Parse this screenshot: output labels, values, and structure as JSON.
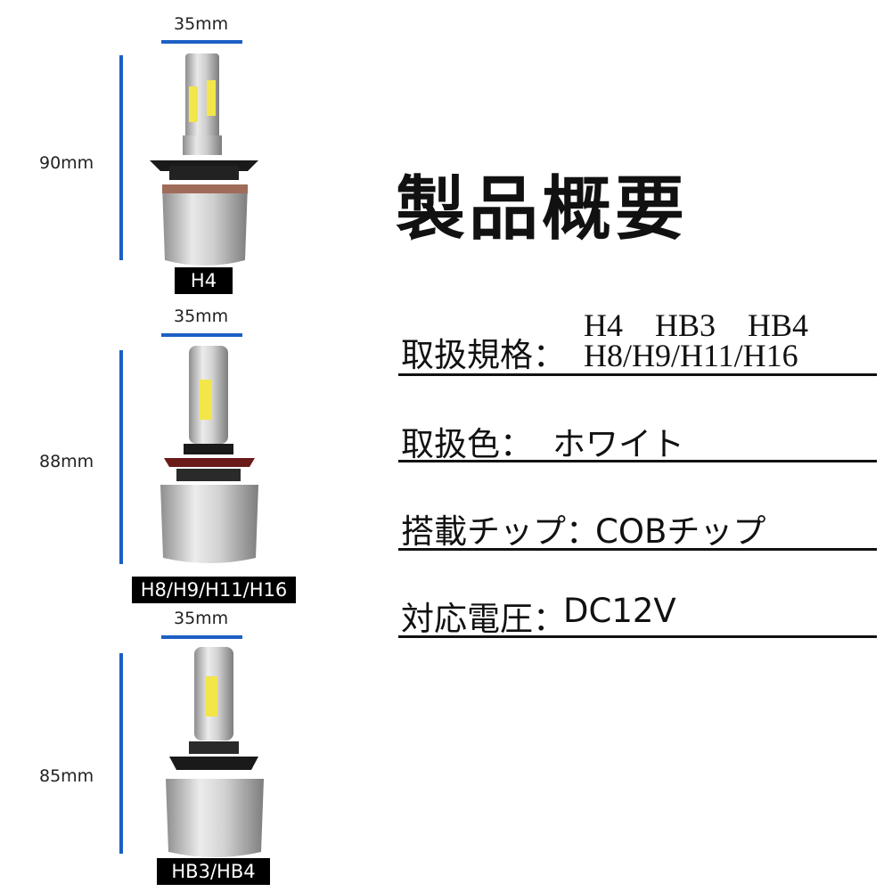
{
  "title": "製品概要",
  "specs": {
    "standards": {
      "label": "取扱規格：",
      "line1": "H4　HB3　HB4",
      "line2": "H8/H9/H11/H16"
    },
    "color": {
      "label": "取扱色：",
      "value": "ホワイト"
    },
    "chip": {
      "label": "搭載チップ：",
      "value": "COBチップ"
    },
    "voltage": {
      "label": "対応電圧：",
      "value": "DC12V"
    }
  },
  "bulbs": [
    {
      "width": "35mm",
      "height": "90mm",
      "type": "H4"
    },
    {
      "width": "35mm",
      "height": "88mm",
      "type": "H8/H9/H11/H16"
    },
    {
      "width": "35mm",
      "height": "85mm",
      "type": "HB3/HB4"
    }
  ],
  "colors": {
    "dimension_bar": "#1d5fc4",
    "tag_bg": "#000000"
  }
}
